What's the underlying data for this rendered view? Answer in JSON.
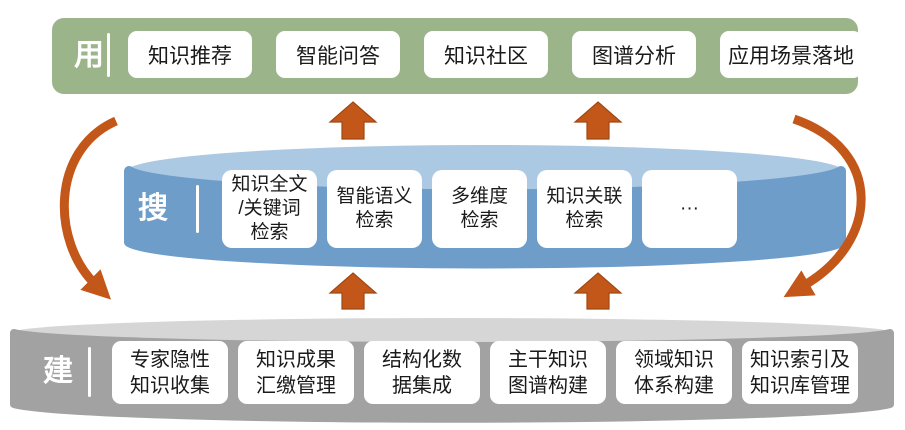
{
  "colors": {
    "green": "#9CB48A",
    "blue": "#6F9DC9",
    "blue_light": "#ACC9E4",
    "gray": "#A2A2A2",
    "gray_light": "#D6D6D6",
    "orange": "#C3571A",
    "orange_dark": "#A04812"
  },
  "bands": {
    "use": {
      "label": "用",
      "items": [
        "知识推荐",
        "智能问答",
        "知识社区",
        "图谱分析",
        "应用场景落地"
      ]
    },
    "search": {
      "label": "搜",
      "items": [
        "知识全文\n/关键词\n检索",
        "智能语义\n检索",
        "多维度\n检索",
        "知识关联\n检索",
        "···"
      ]
    },
    "build": {
      "label": "建",
      "items": [
        "专家隐性\n知识收集",
        "知识成果\n汇缴管理",
        "结构化数\n据集成",
        "主干知识\n图谱构建",
        "领域知识\n体系构建",
        "知识索引及\n知识库管理"
      ]
    }
  }
}
